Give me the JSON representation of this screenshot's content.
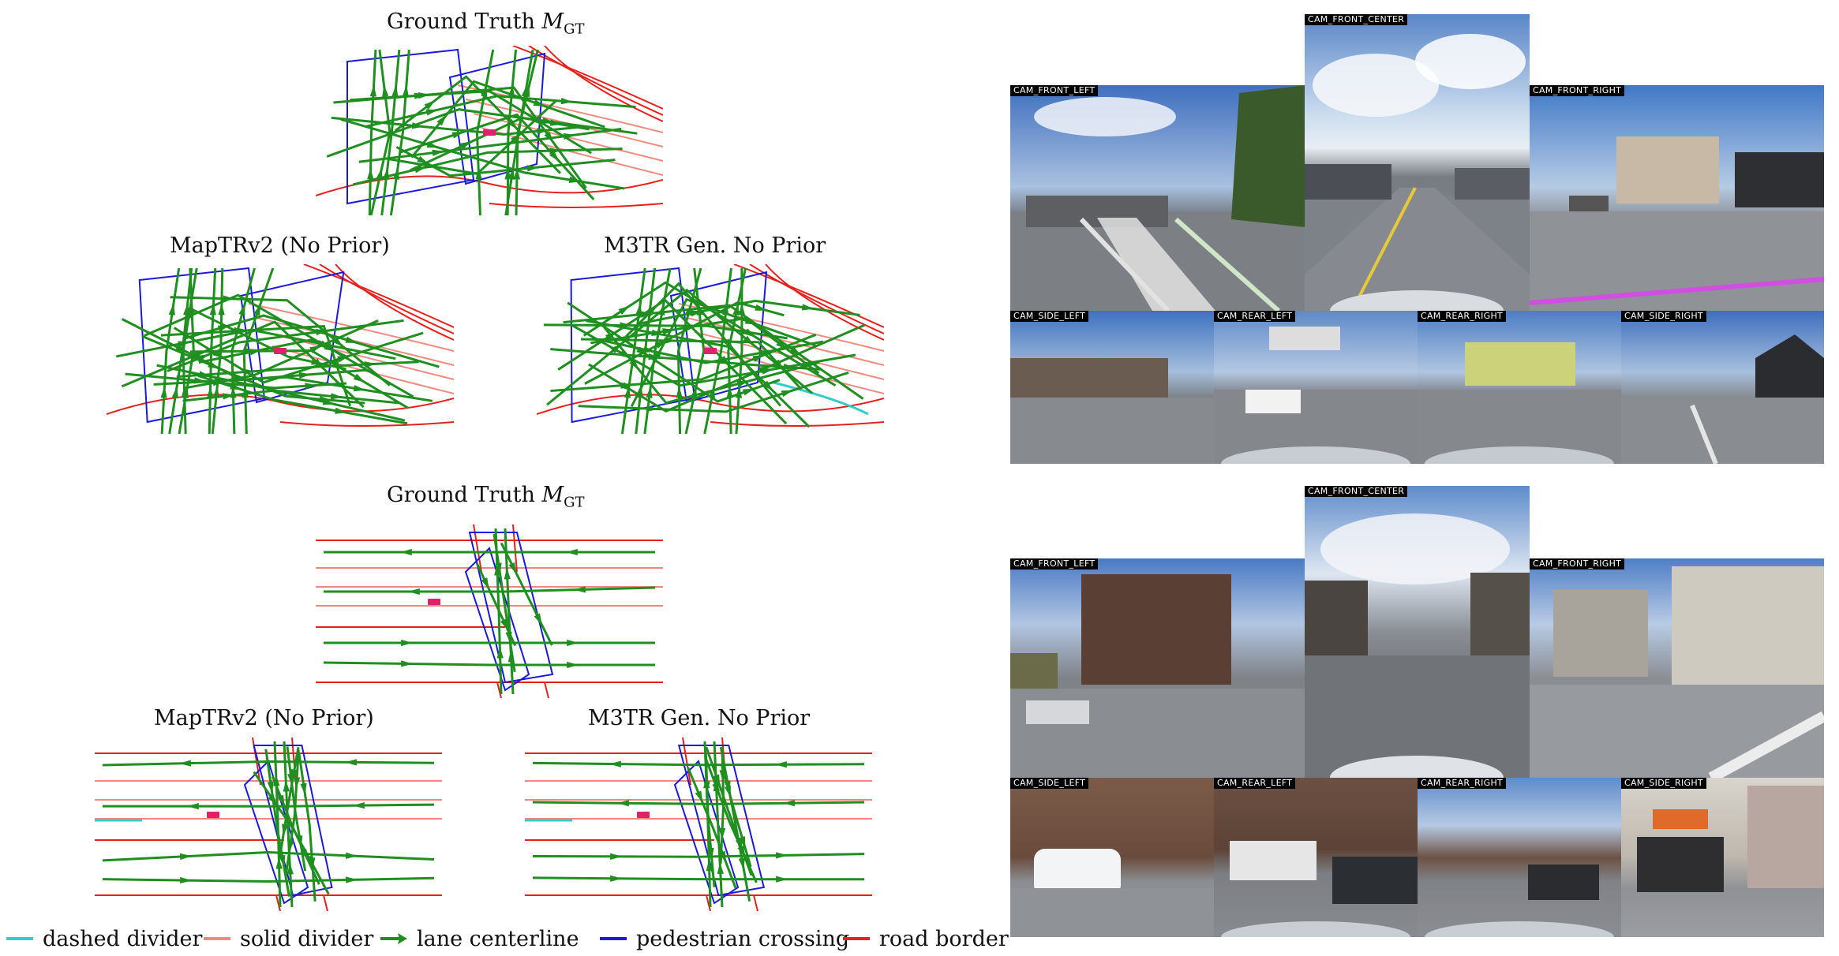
{
  "scenes": [
    {
      "gt_title": "Ground Truth ",
      "gt_symbol": "M",
      "gt_sub": "GT",
      "pred_left_title": "MapTRv2 (No Prior)",
      "pred_right_title": "M3TR Gen. No Prior"
    },
    {
      "gt_title": "Ground Truth ",
      "gt_symbol": "M",
      "gt_sub": "GT",
      "pred_left_title": "MapTRv2 (No Prior)",
      "pred_right_title": "M3TR Gen. No Prior"
    }
  ],
  "cameras_top": [
    "CAM_FRONT_CENTER",
    "CAM_FRONT_LEFT",
    "CAM_FRONT_RIGHT",
    "CAM_SIDE_LEFT",
    "CAM_REAR_LEFT",
    "CAM_REAR_RIGHT",
    "CAM_SIDE_RIGHT"
  ],
  "cameras_bottom": [
    "CAM_FRONT_CENTER",
    "CAM_FRONT_LEFT",
    "CAM_FRONT_RIGHT",
    "CAM_SIDE_LEFT",
    "CAM_REAR_LEFT",
    "CAM_REAR_RIGHT",
    "CAM_SIDE_RIGHT"
  ],
  "legend": [
    {
      "label": "dashed divider",
      "color": "#33cccc"
    },
    {
      "label": "solid divider",
      "color": "#f08a80"
    },
    {
      "label": "lane centerline",
      "color": "#1f8f1f"
    },
    {
      "label": "pedestrian crossing",
      "color": "#1a1adb"
    },
    {
      "label": "road border",
      "color": "#e8201c"
    }
  ],
  "colors": {
    "centerline": "#1f8f1f",
    "crossing": "#1a1adb",
    "border": "#e8201c",
    "solid_divider": "#f08a80",
    "dashed_divider": "#33cccc",
    "ego": "#e0206a"
  }
}
